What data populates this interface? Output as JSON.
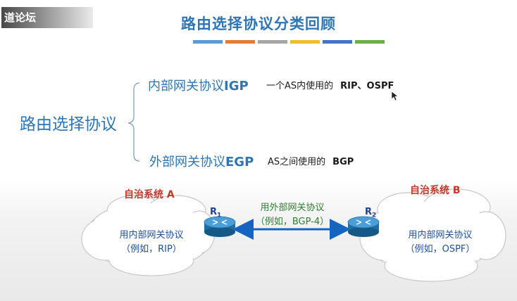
{
  "watermark": "道论坛",
  "title": "路由选择协议分类回顾",
  "title_bar_colors": [
    "#5b9bd5",
    "#e07b39",
    "#a5a5a5",
    "#f2bf2a",
    "#4472c4",
    "#70ad47"
  ],
  "root": "路由选择协议",
  "igp": {
    "label_cn": "内部网关协议",
    "label_en": "IGP",
    "note": "一个AS内使用的",
    "protocols": "RIP、OSPF"
  },
  "egp": {
    "label_cn": "外部网关协议",
    "label_en": "EGP",
    "note": "AS之间使用的",
    "protocols": "BGP"
  },
  "as_a": {
    "title": "自治系统 A",
    "line1": "用内部网关协议",
    "line2": "（例如，RIP）"
  },
  "as_b": {
    "title": "自治系统 B",
    "line1": "用内部网关协议",
    "line2": "（例如，OSPF）"
  },
  "link": {
    "line1": "用外部网关协议",
    "line2": "（例如，BGP-4）"
  },
  "r1": {
    "letter": "R",
    "sub": "1"
  },
  "r2": {
    "letter": "R",
    "sub": "2"
  }
}
